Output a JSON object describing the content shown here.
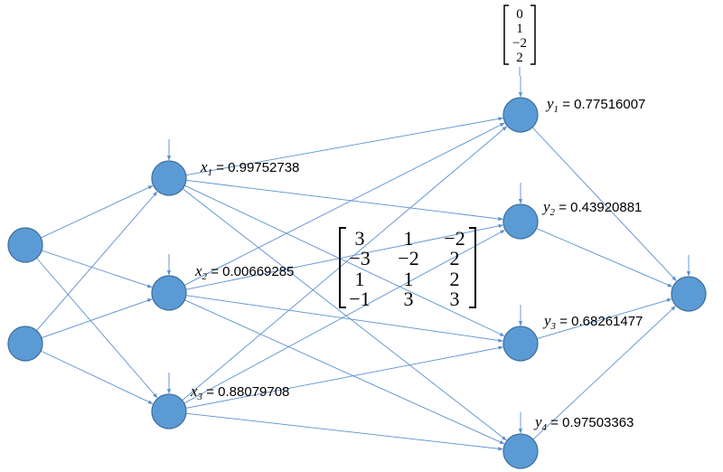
{
  "hidden_labels": [
    {
      "var": "x",
      "sub": "1",
      "value": "0.99752738"
    },
    {
      "var": "x",
      "sub": "2",
      "value": "0.00669285"
    },
    {
      "var": "x",
      "sub": "3",
      "value": "0.88079708"
    }
  ],
  "output_labels": [
    {
      "var": "y",
      "sub": "1",
      "value": "0.77516007"
    },
    {
      "var": "y",
      "sub": "2",
      "value": "0.43920881"
    },
    {
      "var": "y",
      "sub": "3",
      "value": "0.68261477"
    },
    {
      "var": "y",
      "sub": "4",
      "value": "0.97503363"
    }
  ],
  "weight_matrix": [
    [
      "3",
      "1",
      "−2"
    ],
    [
      "−3",
      "−2",
      "2"
    ],
    [
      "1",
      "1",
      "2"
    ],
    [
      "−1",
      "3",
      "3"
    ]
  ],
  "bias_vector": [
    "0",
    "1",
    "−2",
    "2"
  ],
  "colors": {
    "node_fill": "#5b9bd5",
    "node_stroke": "#41719c",
    "edge": "#5b8fd0"
  }
}
